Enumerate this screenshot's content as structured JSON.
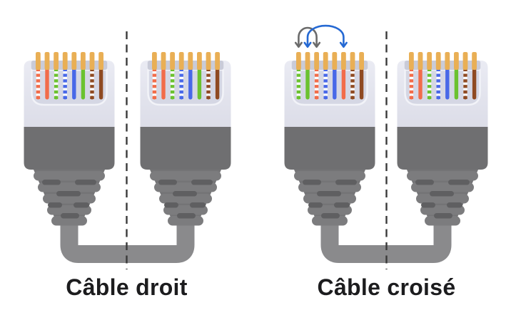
{
  "palette": {
    "background": "#FFFFFF",
    "pin_gold": "#E9AF55",
    "band_gray": "#C9CBD8",
    "body_light_top": "#EAEBF3",
    "body_light_bottom": "#DCDDE8",
    "recess": "#D5D7E4",
    "recess_rim": "#F2F3F8",
    "body_dark": "#6F6F71",
    "boot_base": "#747476",
    "boot_ridge": "#7C7C7E",
    "boot_slot": "#5F5F61",
    "cable_gray": "#8A8A8C",
    "divider": "#3A3A3A",
    "label_text": "#1C1C1E",
    "arrow_gray": "#6B6B6B",
    "arrow_blue": "#2569D3",
    "stripe_white": "#FFFFFF"
  },
  "wire_types": {
    "wo": {
      "name": "white-orange",
      "color": "#F26C4A",
      "striped": true
    },
    "o": {
      "name": "orange",
      "color": "#F26C4A",
      "striped": false
    },
    "wg": {
      "name": "white-green",
      "color": "#6BC22F",
      "striped": true
    },
    "g": {
      "name": "green",
      "color": "#6BC22F",
      "striped": false
    },
    "wb": {
      "name": "white-blue",
      "color": "#4868E8",
      "striped": true
    },
    "b": {
      "name": "blue",
      "color": "#4868E8",
      "striped": false
    },
    "wbr": {
      "name": "white-brown",
      "color": "#8F4A22",
      "striped": true
    },
    "br": {
      "name": "brown",
      "color": "#8F4A22",
      "striped": false
    }
  },
  "panels": [
    {
      "id": "straight-cable",
      "label": "Câble droit",
      "connectors": [
        {
          "pinout": [
            "wo",
            "o",
            "wg",
            "wb",
            "b",
            "g",
            "wbr",
            "br"
          ]
        },
        {
          "pinout": [
            "wo",
            "o",
            "wg",
            "wb",
            "b",
            "g",
            "wbr",
            "br"
          ]
        }
      ],
      "arrows": []
    },
    {
      "id": "crossover-cable",
      "label": "Câble croisé",
      "connectors": [
        {
          "pinout": [
            "wg",
            "g",
            "wo",
            "wb",
            "b",
            "o",
            "wbr",
            "br"
          ]
        },
        {
          "pinout": [
            "wo",
            "o",
            "wg",
            "wb",
            "b",
            "g",
            "wbr",
            "br"
          ]
        }
      ],
      "arrows": [
        {
          "from_pin": 1,
          "to_pin": 3,
          "color_key": "arrow_gray"
        },
        {
          "from_pin": 2,
          "to_pin": 6,
          "color_key": "arrow_blue"
        }
      ]
    }
  ]
}
